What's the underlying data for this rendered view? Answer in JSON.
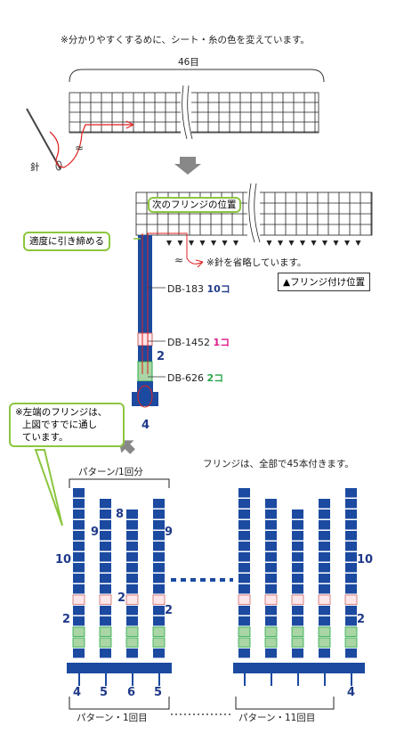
{
  "top_note": "※分かりやすくするめに、シート・糸の色を変えています。",
  "width_label": "46目",
  "needle_label": "針",
  "next_fringe_label": "次のフリンジの位置",
  "tighten_label": "適度に引き締める",
  "needle_omitted_note": "※針を省略しています。",
  "fringe_position_legend": "フリンジ付け位置",
  "beads": [
    {
      "code": "DB-183",
      "count": "10コ",
      "color": "#1f3a8a"
    },
    {
      "code": "DB-1452",
      "count": "1コ",
      "color": "#e0188a"
    },
    {
      "code": "DB-626",
      "count": "2コ",
      "color": "#2aa84a"
    }
  ],
  "fringe_counts_main": {
    "a": "2",
    "b": "4"
  },
  "left_fringe_note": [
    "※左端のフリンジは、",
    "上図ですでに通し",
    "ています。"
  ],
  "total_note": "フリンジは、全部で45本付きます。",
  "pattern_unit_label": "パターン/1回分",
  "pattern_first_label": "パターン・1回目",
  "pattern_eleventh_label": "パターン・11回目",
  "left_group": {
    "side_nums": [
      "10",
      "2"
    ],
    "col_nums": [
      "9",
      "8",
      "9"
    ],
    "mid_nums": [
      "2",
      "2"
    ],
    "bottom": [
      "4",
      "5",
      "6",
      "5"
    ]
  },
  "right_group": {
    "side_nums": [
      "10",
      "2"
    ],
    "bottom": [
      "4"
    ]
  },
  "colors": {
    "blue": "#1b4aa0",
    "pink": "#fde6ea",
    "green": "#a9d6a4",
    "green_border": "#2aa84a",
    "red": "#e02020",
    "callout": "#8cc63f"
  }
}
